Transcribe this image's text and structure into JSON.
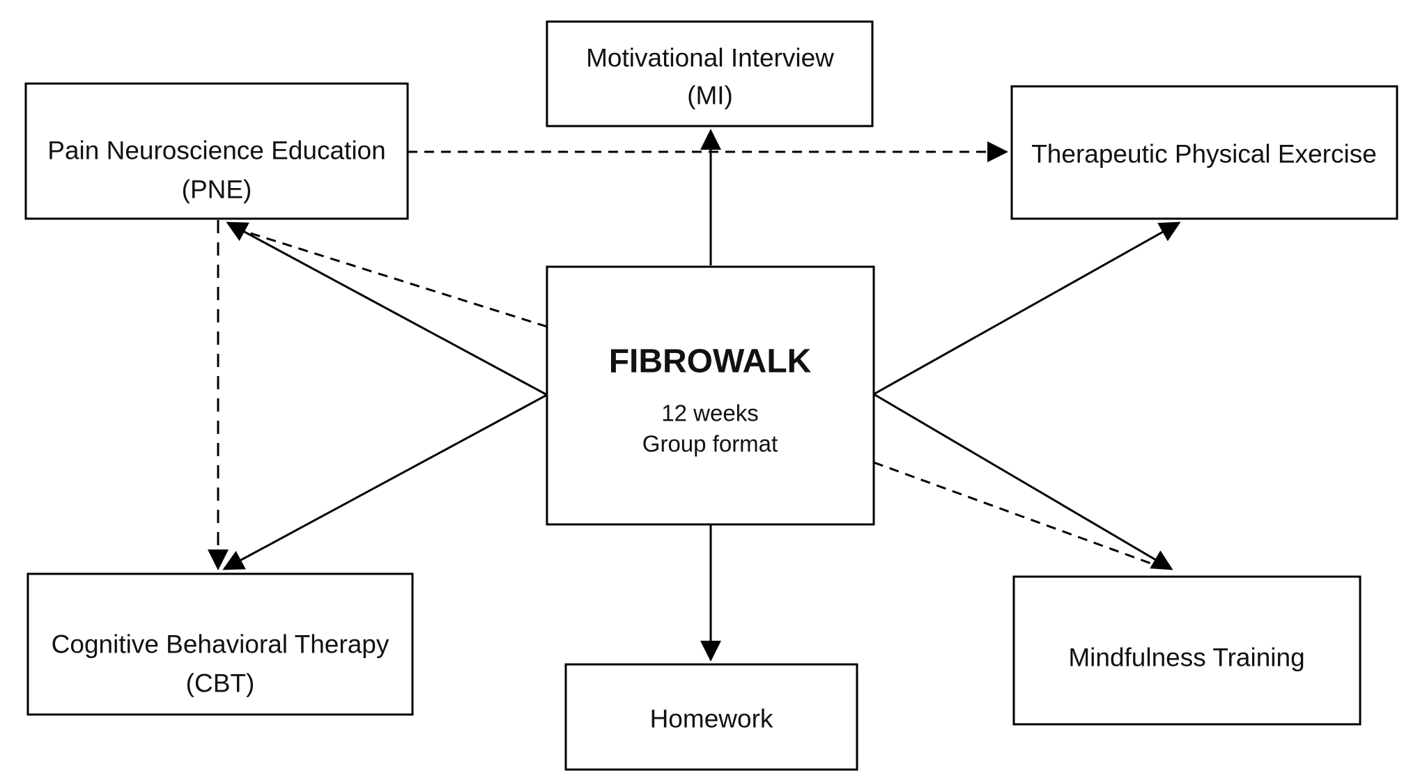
{
  "diagram": {
    "background_color": "#ffffff",
    "line_color": "#000000",
    "box_fill_color": "#ffffff",
    "text_color": "#111111",
    "nodes": {
      "fibrowalk": {
        "title": "FIBROWALK",
        "detail1": "12 weeks",
        "detail2": "Group format"
      },
      "mi": {
        "line1": "Motivational Interview",
        "line2": "(MI)"
      },
      "pne": {
        "line1": "Pain Neuroscience Education",
        "line2": "(PNE)"
      },
      "tpe": {
        "line1": "Therapeutic Physical Exercise"
      },
      "cbt": {
        "line1": "Cognitive Behavioral Therapy",
        "line2": "(CBT)"
      },
      "mindfulness": {
        "line1": "Mindfulness Training"
      },
      "homework": {
        "line1": "Homework"
      }
    },
    "edges": [
      {
        "from": "FIBROWALK",
        "to": "Motivational Interview (MI)",
        "style": "solid",
        "arrow": "filled"
      },
      {
        "from": "FIBROWALK",
        "to": "Homework",
        "style": "solid",
        "arrow": "filled"
      },
      {
        "from": "FIBROWALK",
        "to": "Pain Neuroscience Education (PNE)",
        "style": "solid",
        "arrow": "filled"
      },
      {
        "from": "FIBROWALK",
        "to": "Cognitive Behavioral Therapy (CBT)",
        "style": "solid",
        "arrow": "filled"
      },
      {
        "from": "FIBROWALK",
        "to": "Therapeutic Physical Exercise",
        "style": "solid",
        "arrow": "filled"
      },
      {
        "from": "FIBROWALK",
        "to": "Mindfulness Training",
        "style": "solid",
        "arrow": "filled"
      },
      {
        "from": "FIBROWALK",
        "to": "Pain Neuroscience Education (PNE)",
        "style": "dashed",
        "arrow": "shared"
      },
      {
        "from": "FIBROWALK",
        "to": "Mindfulness Training",
        "style": "dashed",
        "arrow": "shared"
      },
      {
        "from": "Pain Neuroscience Education (PNE)",
        "to": "Therapeutic Physical Exercise",
        "style": "dashed",
        "arrow": "filled"
      },
      {
        "from": "Pain Neuroscience Education (PNE)",
        "to": "Cognitive Behavioral Therapy (CBT)",
        "style": "dashed",
        "arrow": "filled"
      }
    ]
  }
}
